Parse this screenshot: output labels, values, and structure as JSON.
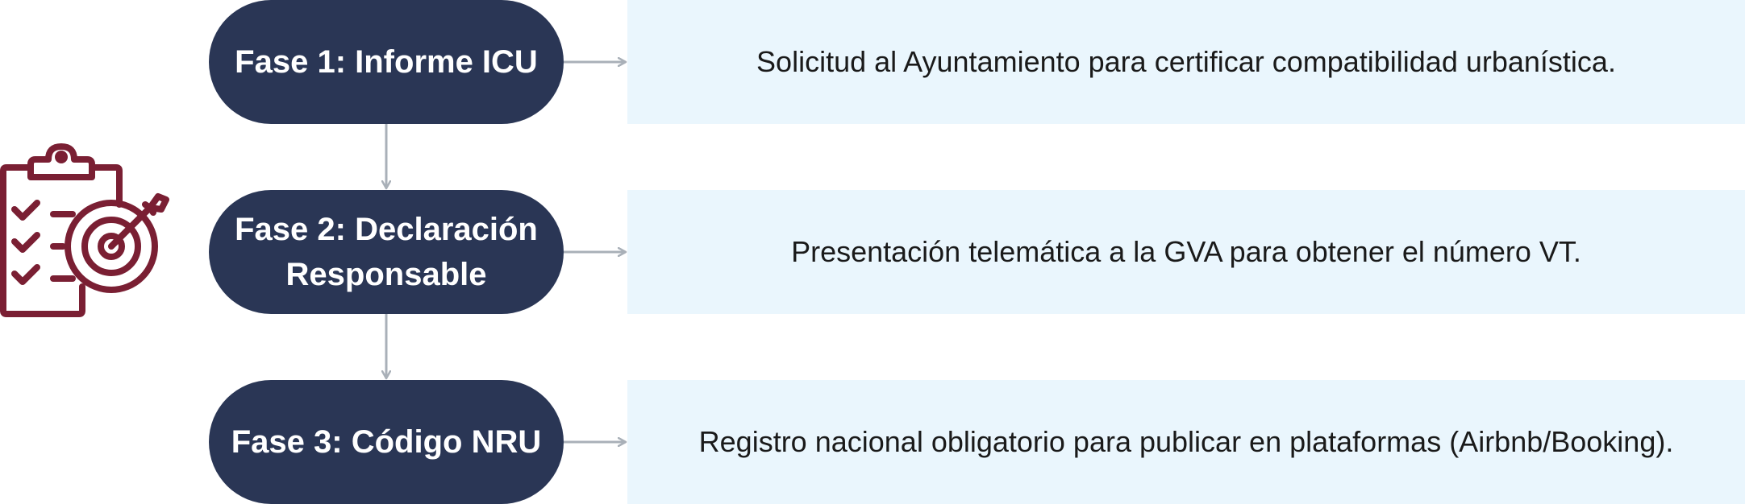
{
  "phases": [
    {
      "title_lines": [
        "Fase 1: Informe ICU"
      ],
      "description": "Solicitud al Ayuntamiento para certificar compatibilidad urbanística."
    },
    {
      "title_lines": [
        "Fase 2: Declaración",
        "Responsable"
      ],
      "description": "Presentación telemática a la GVA para obtener el número VT."
    },
    {
      "title_lines": [
        "Fase 3: Código NRU"
      ],
      "description": "Registro nacional obligatorio para publicar en plataformas (Airbnb/Booking)."
    }
  ],
  "icon": "clipboard-target-icon",
  "colors": {
    "phase_fill": "#2a3655",
    "description_fill": "#eaf6fd",
    "connector": "#a9b0b8",
    "icon": "#7a1f33"
  }
}
